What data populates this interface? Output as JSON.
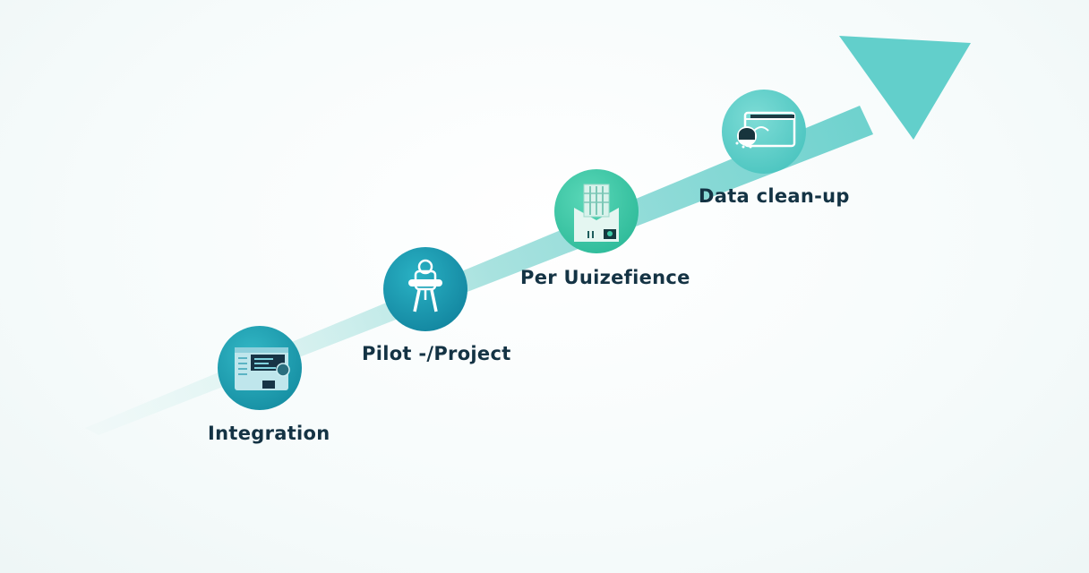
{
  "steps": [
    {
      "label": "Integration",
      "icon": "monitor-window-icon",
      "color": "#1fa3b3"
    },
    {
      "label": "Pilot -/Project",
      "icon": "robot-project-icon",
      "color": "#1a9bb0"
    },
    {
      "label": "Per Uuizefience",
      "icon": "building-document-icon",
      "color": "#3ccaa7"
    },
    {
      "label": "Data clean-up",
      "icon": "browser-cleanup-icon",
      "color": "#5fd0cc"
    }
  ],
  "colors": {
    "arrow_start": "#e3f5f4",
    "arrow_end": "#5ecdc9",
    "label_text": "#143344"
  }
}
